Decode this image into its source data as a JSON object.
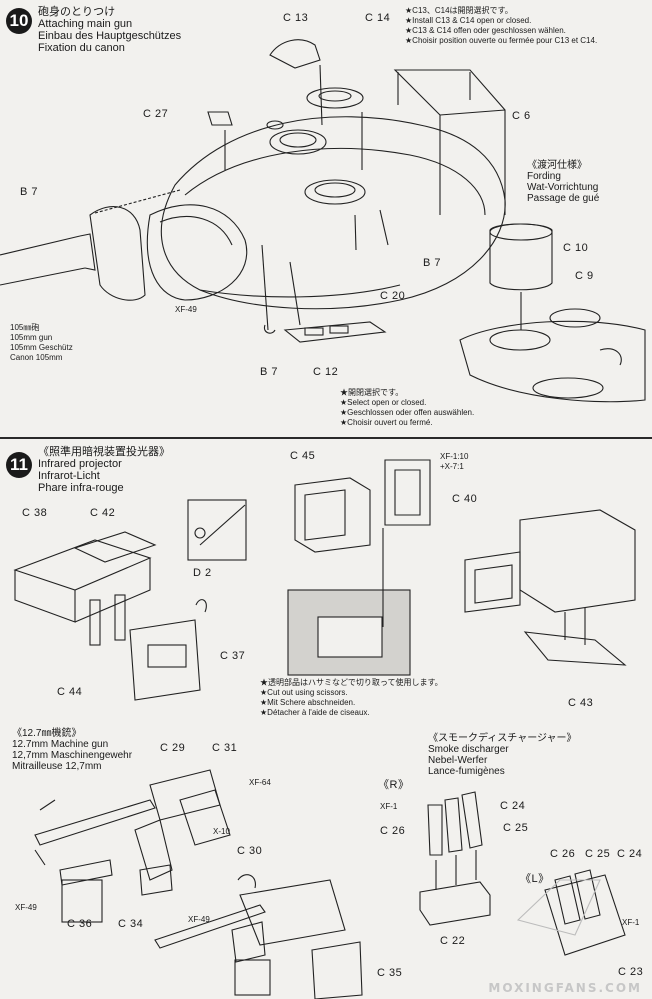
{
  "step10": {
    "number": "10",
    "title_ja": "砲身のとりつけ",
    "title_en": "Attaching main gun",
    "title_de": "Einbau des Hauptgeschützes",
    "title_fr": "Fixation du canon",
    "note_top": [
      "★C13、C14は開閉選択です。",
      "★Install C13 & C14 open or closed.",
      "★C13 & C14 offen oder geschlossen wählen.",
      "★Choisir position ouverte ou fermée pour C13 et C14."
    ],
    "labels": {
      "c13": "C 13",
      "c14": "C 14",
      "c27": "C 27",
      "c6": "C 6",
      "b7a": "B 7",
      "b7b": "B 7",
      "b7c": "B 7",
      "c20": "C 20",
      "c12": "C 12",
      "xf49": "XF-49"
    },
    "gun_note": [
      "105㎜砲",
      "105mm gun",
      "105mm Geschütz",
      "Canon 105mm"
    ],
    "fording": [
      "《渡河仕様》",
      "Fording",
      "Wat-Vorrichtung",
      "Passage de gué"
    ],
    "c10": "C 10",
    "c9": "C 9",
    "note_bottom": [
      "★開閉選択です。",
      "★Select open or closed.",
      "★Geschlossen oder offen auswählen.",
      "★Choisir ouvert ou fermé."
    ]
  },
  "step11": {
    "number": "11",
    "title_ja": "《照準用暗視装置投光器》",
    "title_en": "Infrared projector",
    "title_de": "Infrarot-Licht",
    "title_fr": "Phare infra-rouge",
    "labels": {
      "c38": "C 38",
      "c42": "C 42",
      "d2": "D 2",
      "c37": "C 37",
      "c44": "C 44",
      "c45": "C 45",
      "c40": "C 40",
      "c43": "C 43"
    },
    "paint_note": [
      "XF-1:10",
      "+X-7:1"
    ],
    "cut_note": [
      "★透明部品はハサミなどで切り取って使用します。",
      "★Cut out using scissors.",
      "★Mit Schere abschneiden.",
      "★Détacher à l'aide de ciseaux."
    ]
  },
  "mg": {
    "title_ja": "《12.7㎜機銃》",
    "title_en": "12.7mm Machine gun",
    "title_de": "12,7mm Maschinengewehr",
    "title_fr": "Mitrailleuse 12,7mm",
    "labels": {
      "c29": "C 29",
      "c31": "C 31",
      "xf64": "XF-64",
      "x10": "X-10",
      "xf49a": "XF-49",
      "c36": "C 36",
      "c34": "C 34",
      "c30": "C 30",
      "xf49b": "XF-49",
      "c35": "C 35"
    }
  },
  "smoke": {
    "title_ja": "《スモークディスチャージャー》",
    "title_en": "Smoke discharger",
    "title_de": "Nebel-Werfer",
    "title_fr": "Lance-fumigènes",
    "r": "《R》",
    "l": "《L》",
    "labels": {
      "xf1a": "XF-1",
      "c24a": "C 24",
      "c26a": "C 26",
      "c25a": "C 25",
      "c22": "C 22",
      "c26b": "C 26",
      "c25b": "C 25",
      "c24b": "C 24",
      "xf1b": "XF-1",
      "c23": "C 23"
    }
  },
  "watermark": "MOXINGFANS.COM"
}
